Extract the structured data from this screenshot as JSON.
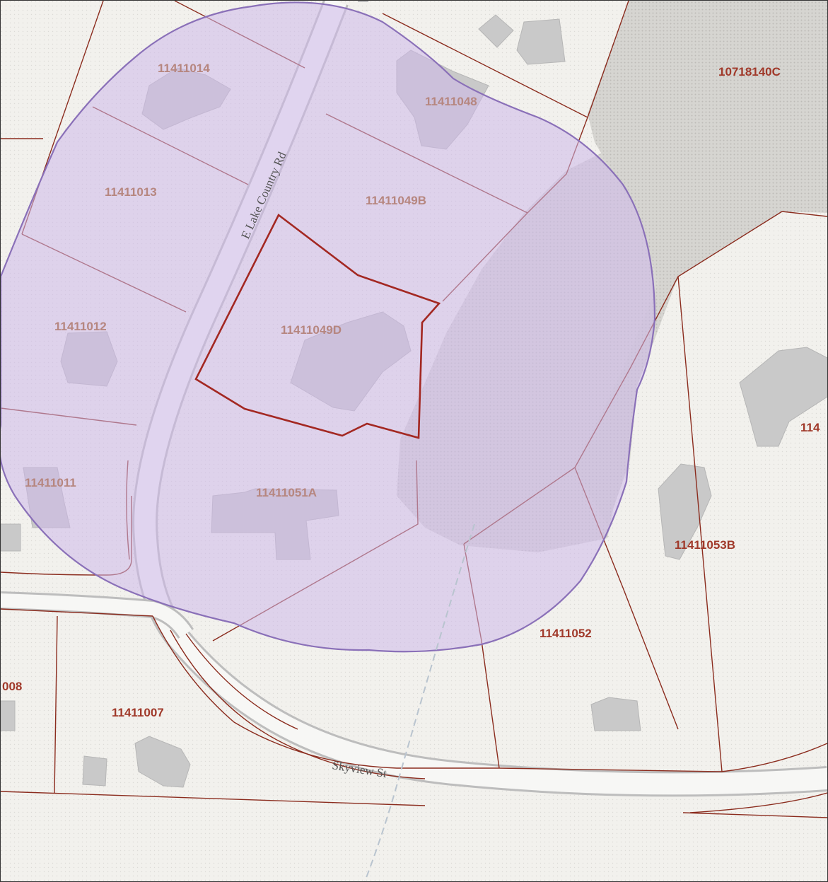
{
  "map": {
    "colors": {
      "background": "#f0efeb",
      "parcel_line": "#8b2c1e",
      "parcel_label": "#a0392a",
      "buffer_fill": "#cdb8ea",
      "buffer_stroke": "#8a70b8",
      "selected_parcel": "#a32822",
      "building": "#c9c9c9",
      "road_casing": "#bdbdbd",
      "road_fill": "#f7f7f5",
      "dotted_area": "#d3d2cf"
    },
    "streets": {
      "e_lake_country_rd": "E Lake Country Rd",
      "skyview_st": "Skyview St"
    },
    "parcels": {
      "p11411014": "11411014",
      "p11411048": "11411048",
      "p10718140c": "10718140C",
      "p11411013": "11411013",
      "p11411049b": "11411049B",
      "p11411012": "11411012",
      "p11411049d": "11411049D",
      "p11411011": "11411011",
      "p11411051a": "11411051A",
      "p11411053b": "11411053B",
      "p114_partial": "114",
      "p11411052": "11411052",
      "p008_partial": "008",
      "p11411007": "11411007"
    }
  }
}
